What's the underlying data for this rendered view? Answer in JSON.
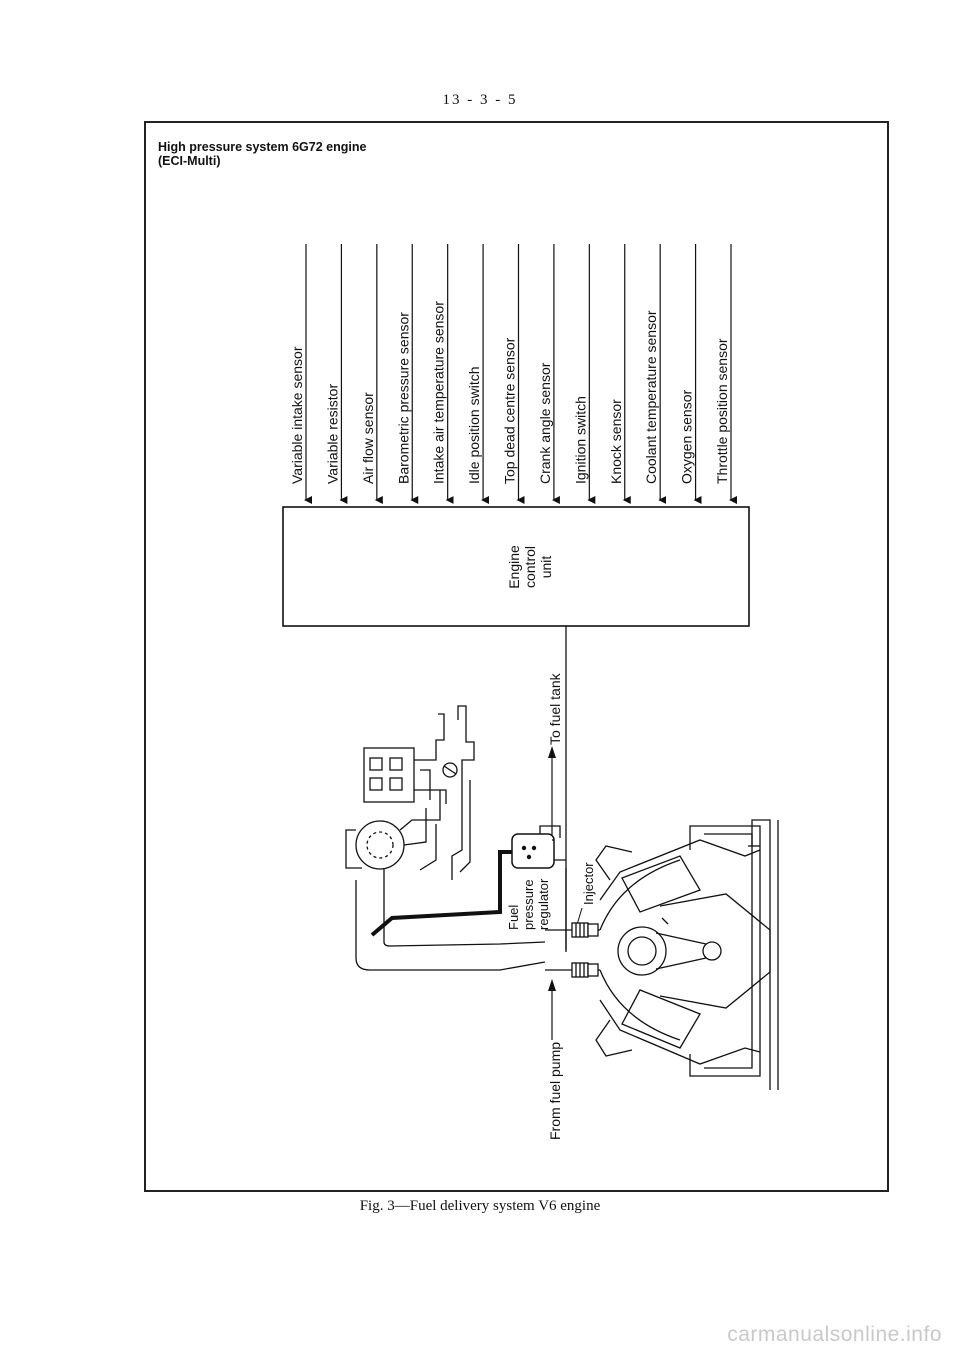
{
  "page_number": "13 - 3 - 5",
  "figure": {
    "title_line1": "High pressure system 6G72 engine",
    "title_line2": "(ECI-Multi)",
    "caption": "Fig. 3—Fuel delivery system V6 engine"
  },
  "sensors": [
    "Variable intake sensor",
    "Variable resistor",
    "Air flow sensor",
    "Barometric pressure sensor",
    "Intake air temperature sensor",
    "Idle position switch",
    "Top dead centre sensor",
    "Crank angle sensor",
    "Ignition switch",
    "Knock sensor",
    "Coolant temperature sensor",
    "Oxygen sensor",
    "Throttle position sensor"
  ],
  "ecu": {
    "line1": "Engine",
    "line2": "control",
    "line3": "unit"
  },
  "labels": {
    "to_fuel_tank": "To fuel tank",
    "from_fuel_pump": "From fuel pump",
    "fuel_pressure_regulator_l1": "Fuel",
    "fuel_pressure_regulator_l2": "pressure",
    "fuel_pressure_regulator_l3": "regulator",
    "injector": "Injector"
  },
  "watermark": "carmanualsonline.info"
}
